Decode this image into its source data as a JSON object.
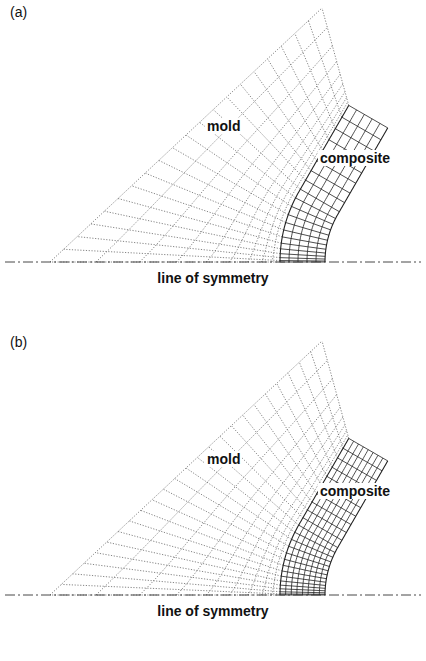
{
  "diagram": {
    "labels": [
      "(a)",
      "mold",
      "composite",
      "line of symmetry",
      "(b)",
      "mold",
      "composite",
      "line of symmetry"
    ]
  }
}
